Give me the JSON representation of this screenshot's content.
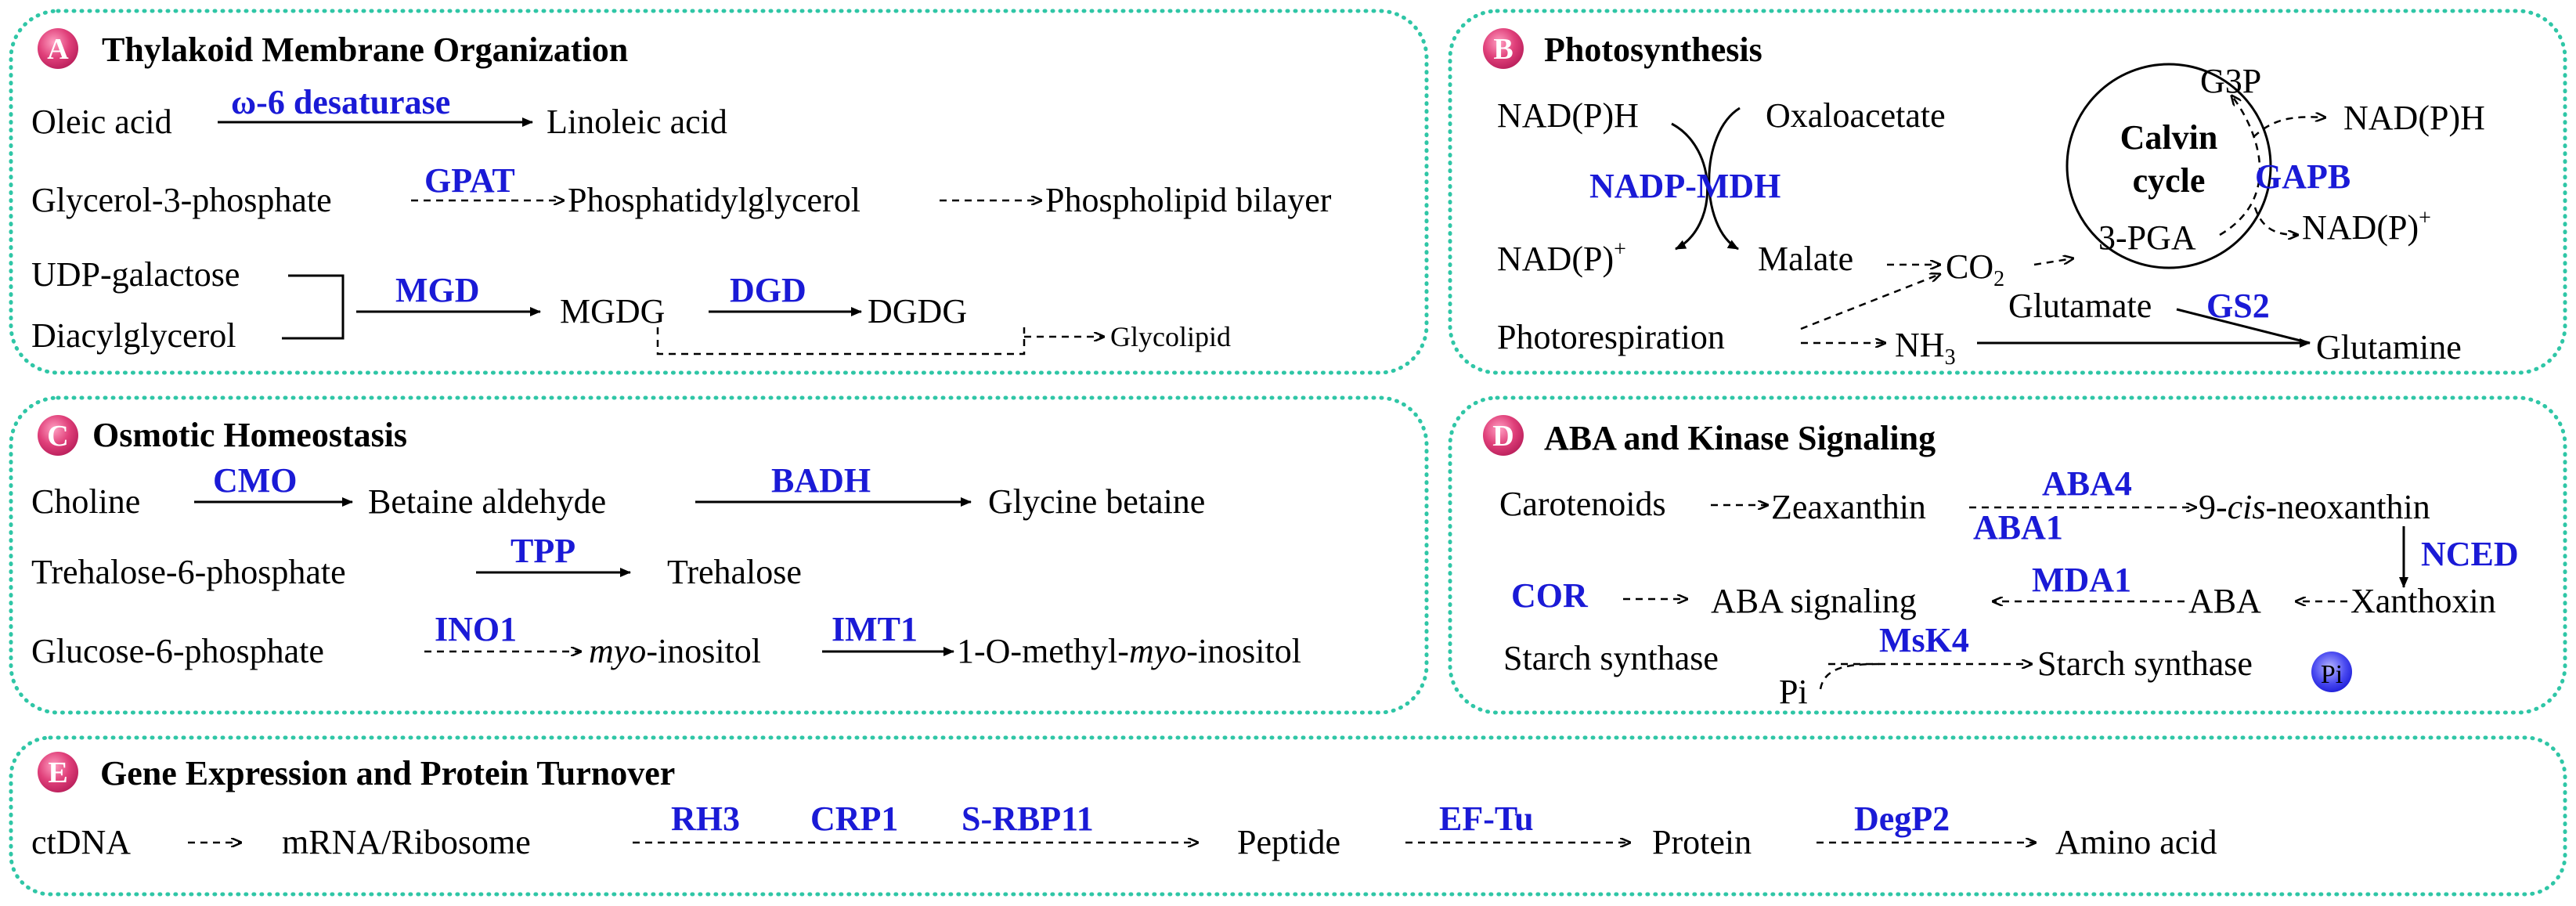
{
  "panels": {
    "A": {
      "letter": "A",
      "title": "Thylakoid Membrane Organization",
      "oleic": "Oleic acid",
      "w6": "ω-6 desaturase",
      "linoleic": "Linoleic acid",
      "g3p": "Glycerol-3-phosphate",
      "gpat": "GPAT",
      "pg": "Phosphatidylglycerol",
      "bilayer": "Phospholipid bilayer",
      "udp": "UDP-galactose",
      "dag": "Diacylglycerol",
      "mgd": "MGD",
      "mgdg": "MGDG",
      "dgd": "DGD",
      "dgdg": "DGDG",
      "glycolipid": "Glycolipid"
    },
    "B": {
      "letter": "B",
      "title": "Photosynthesis",
      "nadph_in": "NAD(P)H",
      "oaa": "Oxaloacetate",
      "nadp_mdh": "NADP-MDH",
      "nadp_out": "NAD(P)",
      "plus": "+",
      "malate": "Malate",
      "co2": "CO",
      "co2_sub": "2",
      "calvin1": "Calvin",
      "calvin2": "cycle",
      "g3p": "G3P",
      "pga": "3-PGA",
      "gapb": "GAPB",
      "nadph_out": "NAD(P)H",
      "nadp2": "NAD(P)",
      "photoresp": "Photorespiration",
      "nh3": "NH",
      "nh3_sub": "3",
      "glutamate": "Glutamate",
      "gs2": "GS2",
      "glutamine": "Glutamine"
    },
    "C": {
      "letter": "C",
      "title": "Osmotic Homeostasis",
      "choline": "Choline",
      "cmo": "CMO",
      "betaine_ald": "Betaine aldehyde",
      "badh": "BADH",
      "gly_betaine": "Glycine betaine",
      "t6p": "Trehalose-6-phosphate",
      "tpp": "TPP",
      "trehalose": "Trehalose",
      "g6p": "Glucose-6-phosphate",
      "ino1": "INO1",
      "myo": "myo",
      "inositol": "-inositol",
      "imt1": "IMT1",
      "methyl_pre": "1-O-methyl-",
      "methyl_myo": "myo",
      "methyl_post": "-inositol"
    },
    "D": {
      "letter": "D",
      "title": "ABA and Kinase Signaling",
      "carotenoids": "Carotenoids",
      "zeaxanthin": "Zeaxanthin",
      "aba4": "ABA4",
      "aba1": "ABA1",
      "nine": "9-",
      "cis": "cis",
      "neoxanthin": "-neoxanthin",
      "nced": "NCED",
      "cor": "COR",
      "aba_sig": "ABA signaling",
      "mda1": "MDA1",
      "aba": "ABA",
      "xanthoxin": "Xanthoxin",
      "starch1": "Starch synthase",
      "msk4": "MsK4",
      "starch2": "Starch synthase",
      "pi": "Pi",
      "pi_badge": "Pi"
    },
    "E": {
      "letter": "E",
      "title": "Gene Expression and Protein Turnover",
      "ctdna": "ctDNA",
      "mrna": "mRNA/Ribosome",
      "rh3": "RH3",
      "crp1": "CRP1",
      "srbp11": "S-RBP11",
      "peptide": "Peptide",
      "eftu": "EF-Tu",
      "protein": "Protein",
      "degp2": "DegP2",
      "amino": "Amino acid"
    }
  },
  "colors": {
    "enzyme": "#1a1ad6",
    "panel_border": "#2fc6a6",
    "badge": "#e0407a"
  }
}
